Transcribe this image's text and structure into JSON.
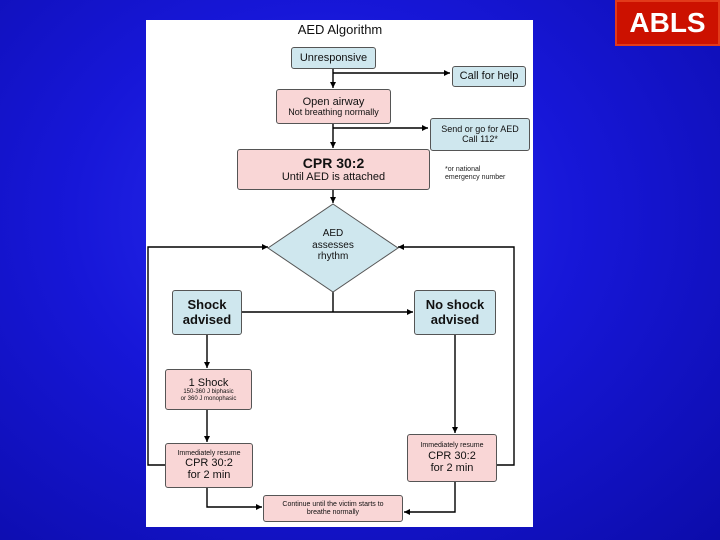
{
  "badge": {
    "text": "ABLS"
  },
  "diagram": {
    "title": "AED Algorithm",
    "nodes": {
      "unresponsive": "Unresponsive",
      "call_for_help": "Call for help",
      "open_airway": {
        "line1": "Open airway",
        "line2": "Not breathing normally"
      },
      "send_for_aed": {
        "line1": "Send or go for AED",
        "line2": "Call 112*"
      },
      "cpr": {
        "line1": "CPR 30:2",
        "line2": "Until AED is attached"
      },
      "footnote": {
        "line1": "*or national",
        "line2": "emergency number"
      },
      "aed_assesses": {
        "line1": "AED",
        "line2": "assesses",
        "line3": "rhythm"
      },
      "shock_advised": {
        "line1": "Shock",
        "line2": "advised"
      },
      "no_shock_advised": {
        "line1": "No shock",
        "line2": "advised"
      },
      "one_shock": {
        "line1": "1 Shock",
        "line2": "150-360 J biphasic",
        "line3": "or 360 J monophasic"
      },
      "resume_left": {
        "line1": "Immediately resume",
        "line2": "CPR 30:2",
        "line3": "for 2 min"
      },
      "resume_right": {
        "line1": "Immediately resume",
        "line2": "CPR 30:2",
        "line3": "for 2 min"
      },
      "continue": {
        "line1": "Continue until the victim starts to",
        "line2": "breathe normally"
      }
    }
  }
}
